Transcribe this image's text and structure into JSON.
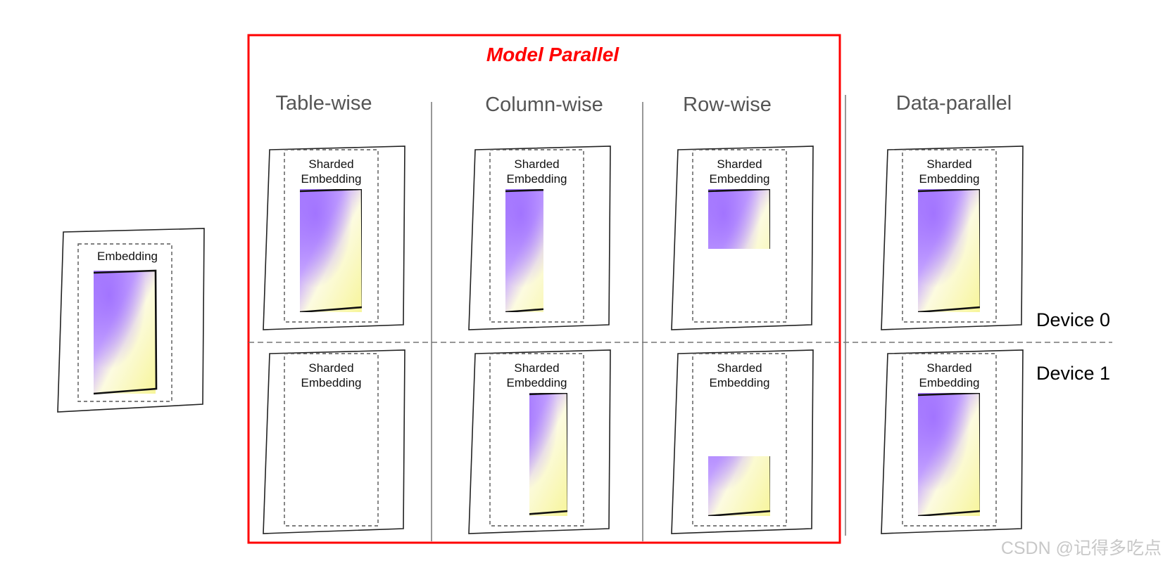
{
  "title": "Model Parallel",
  "columns": [
    {
      "key": "table",
      "label": "Table-wise"
    },
    {
      "key": "column",
      "label": "Column-wise"
    },
    {
      "key": "row",
      "label": "Row-wise"
    },
    {
      "key": "data",
      "label": "Data-parallel"
    }
  ],
  "devices": [
    {
      "label": "Device 0"
    },
    {
      "label": "Device 1"
    }
  ],
  "source_embedding_label": "Embedding",
  "sharded_label_line1": "Sharded",
  "sharded_label_line2": "Embedding",
  "shards": {
    "table": {
      "device0": "full",
      "device1": "none"
    },
    "column": {
      "device0": "left-half",
      "device1": "right-half"
    },
    "row": {
      "device0": "top-half",
      "device1": "bottom-half"
    },
    "data": {
      "device0": "full",
      "device1": "full"
    }
  },
  "colors": {
    "model_parallel_frame": "#ff0000",
    "embedding_purple": "#b48cff",
    "embedding_yellow": "#fbf9b8"
  },
  "watermark": "CSDN @记得多吃点"
}
